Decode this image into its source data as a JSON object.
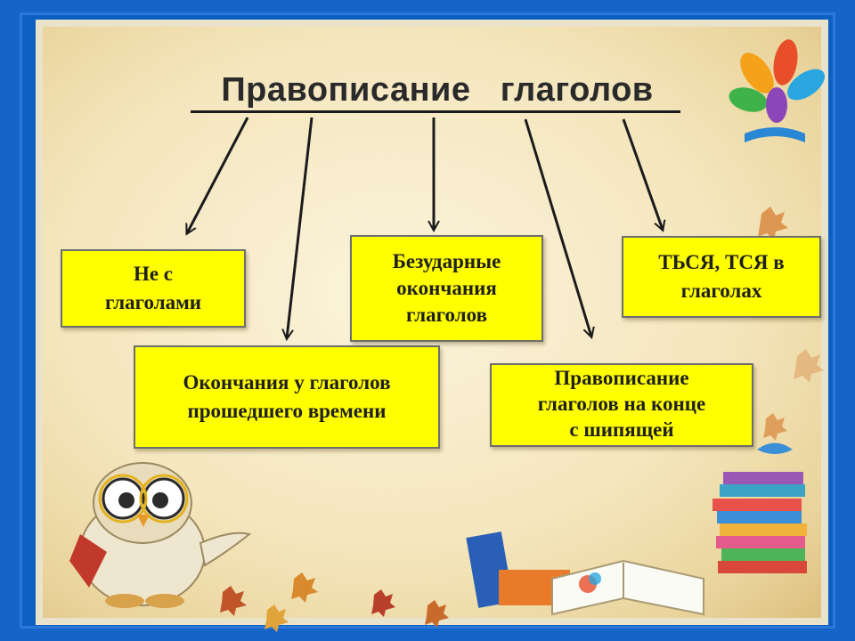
{
  "title": "Правописание   глаголов",
  "boxes": {
    "ne": "Не с\nглаголами",
    "okonchaniya_past": "Окончания  у глаголов\nпрошедшего времени",
    "bezudarnye": "Безударные\nокончания\nглаголов",
    "shipyashchie": "Правописание\nглаголов на конце\nс шипящей",
    "tsya": "ТЬСЯ, ТСЯ в\nглаголах"
  },
  "colors": {
    "box_fill": "#ffff00",
    "background_border": "#1565c8",
    "arrow": "#1b1b1b"
  }
}
